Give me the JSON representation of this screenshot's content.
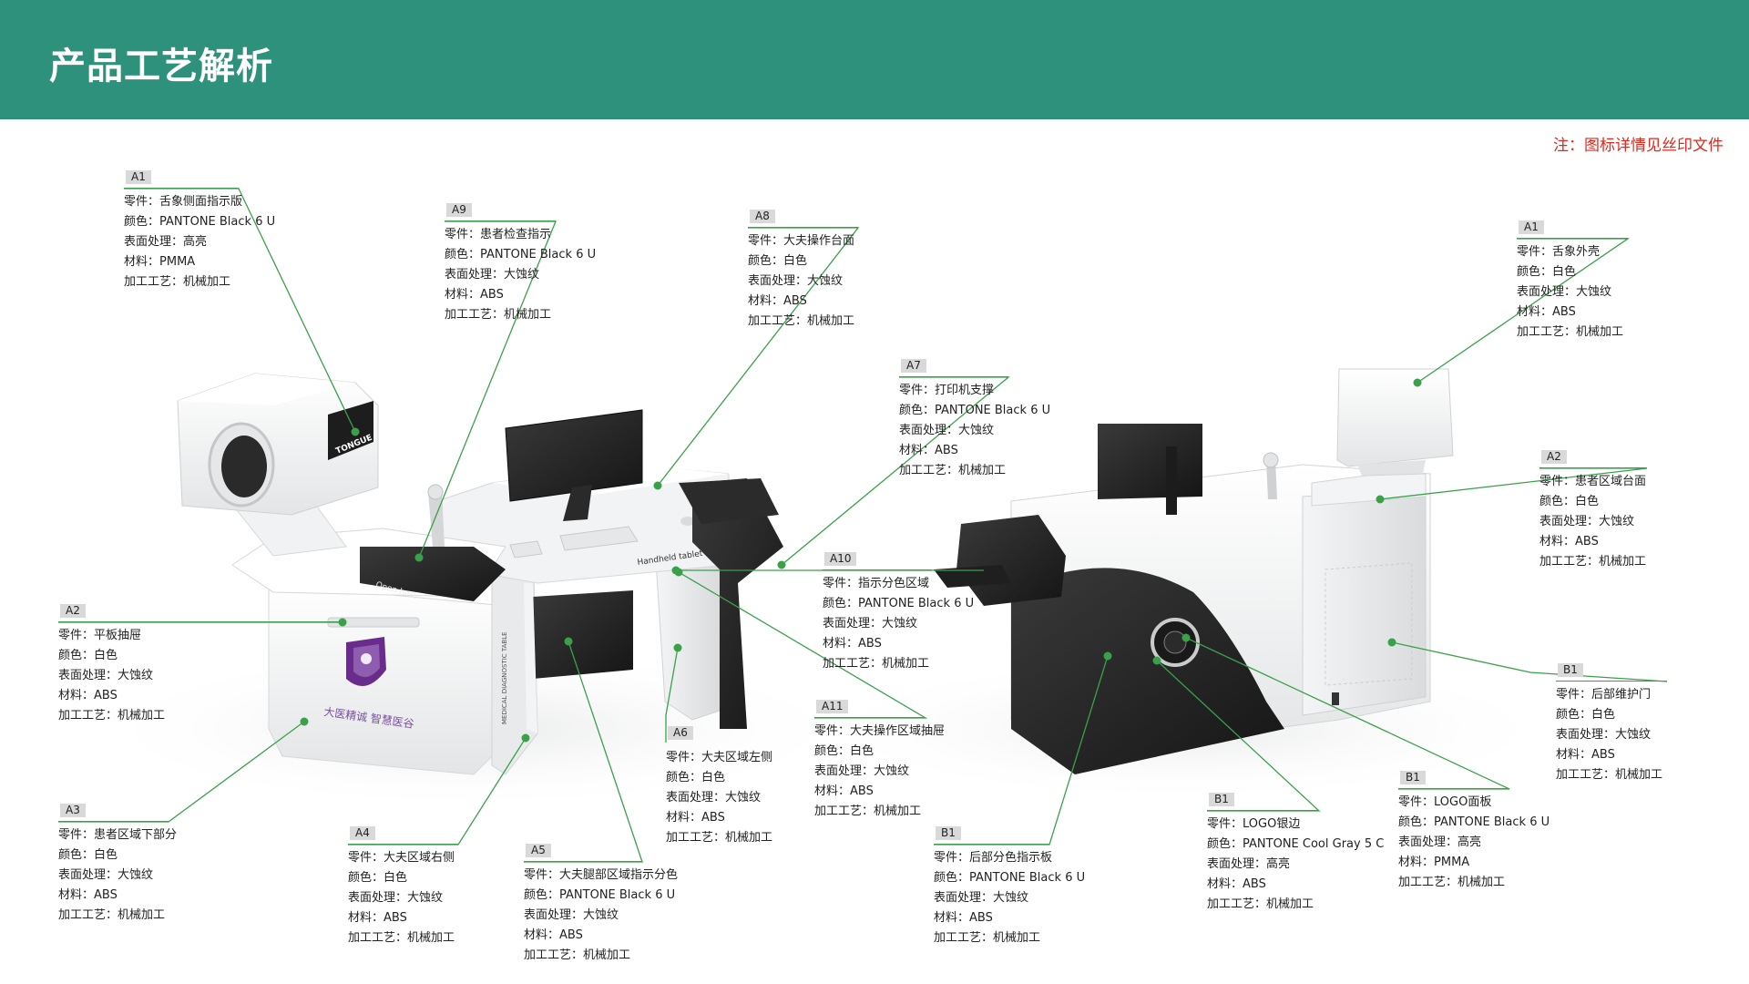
{
  "header": {
    "title": "产品工艺解析"
  },
  "note": "注：图标详情见丝印文件",
  "labels": {
    "part": "零件：",
    "color": "颜色：",
    "surface": "表面处理：",
    "material": "材料：",
    "process": "加工工艺："
  },
  "product_text": {
    "tongue": "TONGUE",
    "open_here": "Open here",
    "handheld_tablet": "Handheld tablet",
    "side_vertical": "MEDICAL DIAGNOSTIC TABLE",
    "brand_slogan": "大医精诚 智慧医谷"
  },
  "colors": {
    "header_bg": "#2e917b",
    "leader_line": "#3aa14a",
    "note_text": "#e0281e"
  },
  "specs": [
    {
      "id": "A1",
      "part": "舌象侧面指示版",
      "color": "PANTONE Black 6 U",
      "surface": "高亮",
      "material": "PMMA",
      "process": "机械加工"
    },
    {
      "id": "A9",
      "part": "患者检查指示",
      "color": "PANTONE Black 6 U",
      "surface": "大蚀纹",
      "material": "ABS",
      "process": "机械加工"
    },
    {
      "id": "A8",
      "part": "大夫操作台面",
      "color": "白色",
      "surface": "大蚀纹",
      "material": "ABS",
      "process": "机械加工"
    },
    {
      "id": "A7",
      "part": "打印机支撑",
      "color": "PANTONE Black 6 U",
      "surface": "大蚀纹",
      "material": "ABS",
      "process": "机械加工"
    },
    {
      "id": "A10",
      "part": "指示分色区域",
      "color": "PANTONE Black 6 U",
      "surface": "大蚀纹",
      "material": "ABS",
      "process": "机械加工"
    },
    {
      "id": "A1",
      "part": "舌象外壳",
      "color": "白色",
      "surface": "大蚀纹",
      "material": "ABS",
      "process": "机械加工"
    },
    {
      "id": "A2",
      "part": "患者区域台面",
      "color": "白色",
      "surface": "大蚀纹",
      "material": "ABS",
      "process": "机械加工"
    },
    {
      "id": "B1",
      "part": "后部维护门",
      "color": "白色",
      "surface": "大蚀纹",
      "material": "ABS",
      "process": "机械加工"
    },
    {
      "id": "A2",
      "part": "平板抽屉",
      "color": "白色",
      "surface": "大蚀纹",
      "material": "ABS",
      "process": "机械加工"
    },
    {
      "id": "A3",
      "part": "患者区域下部分",
      "color": "白色",
      "surface": "大蚀纹",
      "material": "ABS",
      "process": "机械加工"
    },
    {
      "id": "A4",
      "part": "大夫区域右侧",
      "color": "白色",
      "surface": "大蚀纹",
      "material": "ABS",
      "process": "机械加工"
    },
    {
      "id": "A5",
      "part": "大夫腿部区域指示分色",
      "color": "PANTONE Black 6 U",
      "surface": "大蚀纹",
      "material": "ABS",
      "process": "机械加工"
    },
    {
      "id": "A6",
      "part": "大夫区域左侧",
      "color": "白色",
      "surface": "大蚀纹",
      "material": "ABS",
      "process": "机械加工"
    },
    {
      "id": "A11",
      "part": "大夫操作区域抽屉",
      "color": "白色",
      "surface": "大蚀纹",
      "material": "ABS",
      "process": "机械加工"
    },
    {
      "id": "B1",
      "part": "后部分色指示板",
      "color": "PANTONE Black 6 U",
      "surface": "大蚀纹",
      "material": "ABS",
      "process": "机械加工"
    },
    {
      "id": "B1",
      "part": "LOGO银边",
      "color": "PANTONE Cool Gray 5 C",
      "surface": "高亮",
      "material": "ABS",
      "process": "机械加工"
    },
    {
      "id": "B1",
      "part": "LOGO面板",
      "color": "PANTONE Black 6 U",
      "surface": "高亮",
      "material": "PMMA",
      "process": "机械加工"
    }
  ]
}
